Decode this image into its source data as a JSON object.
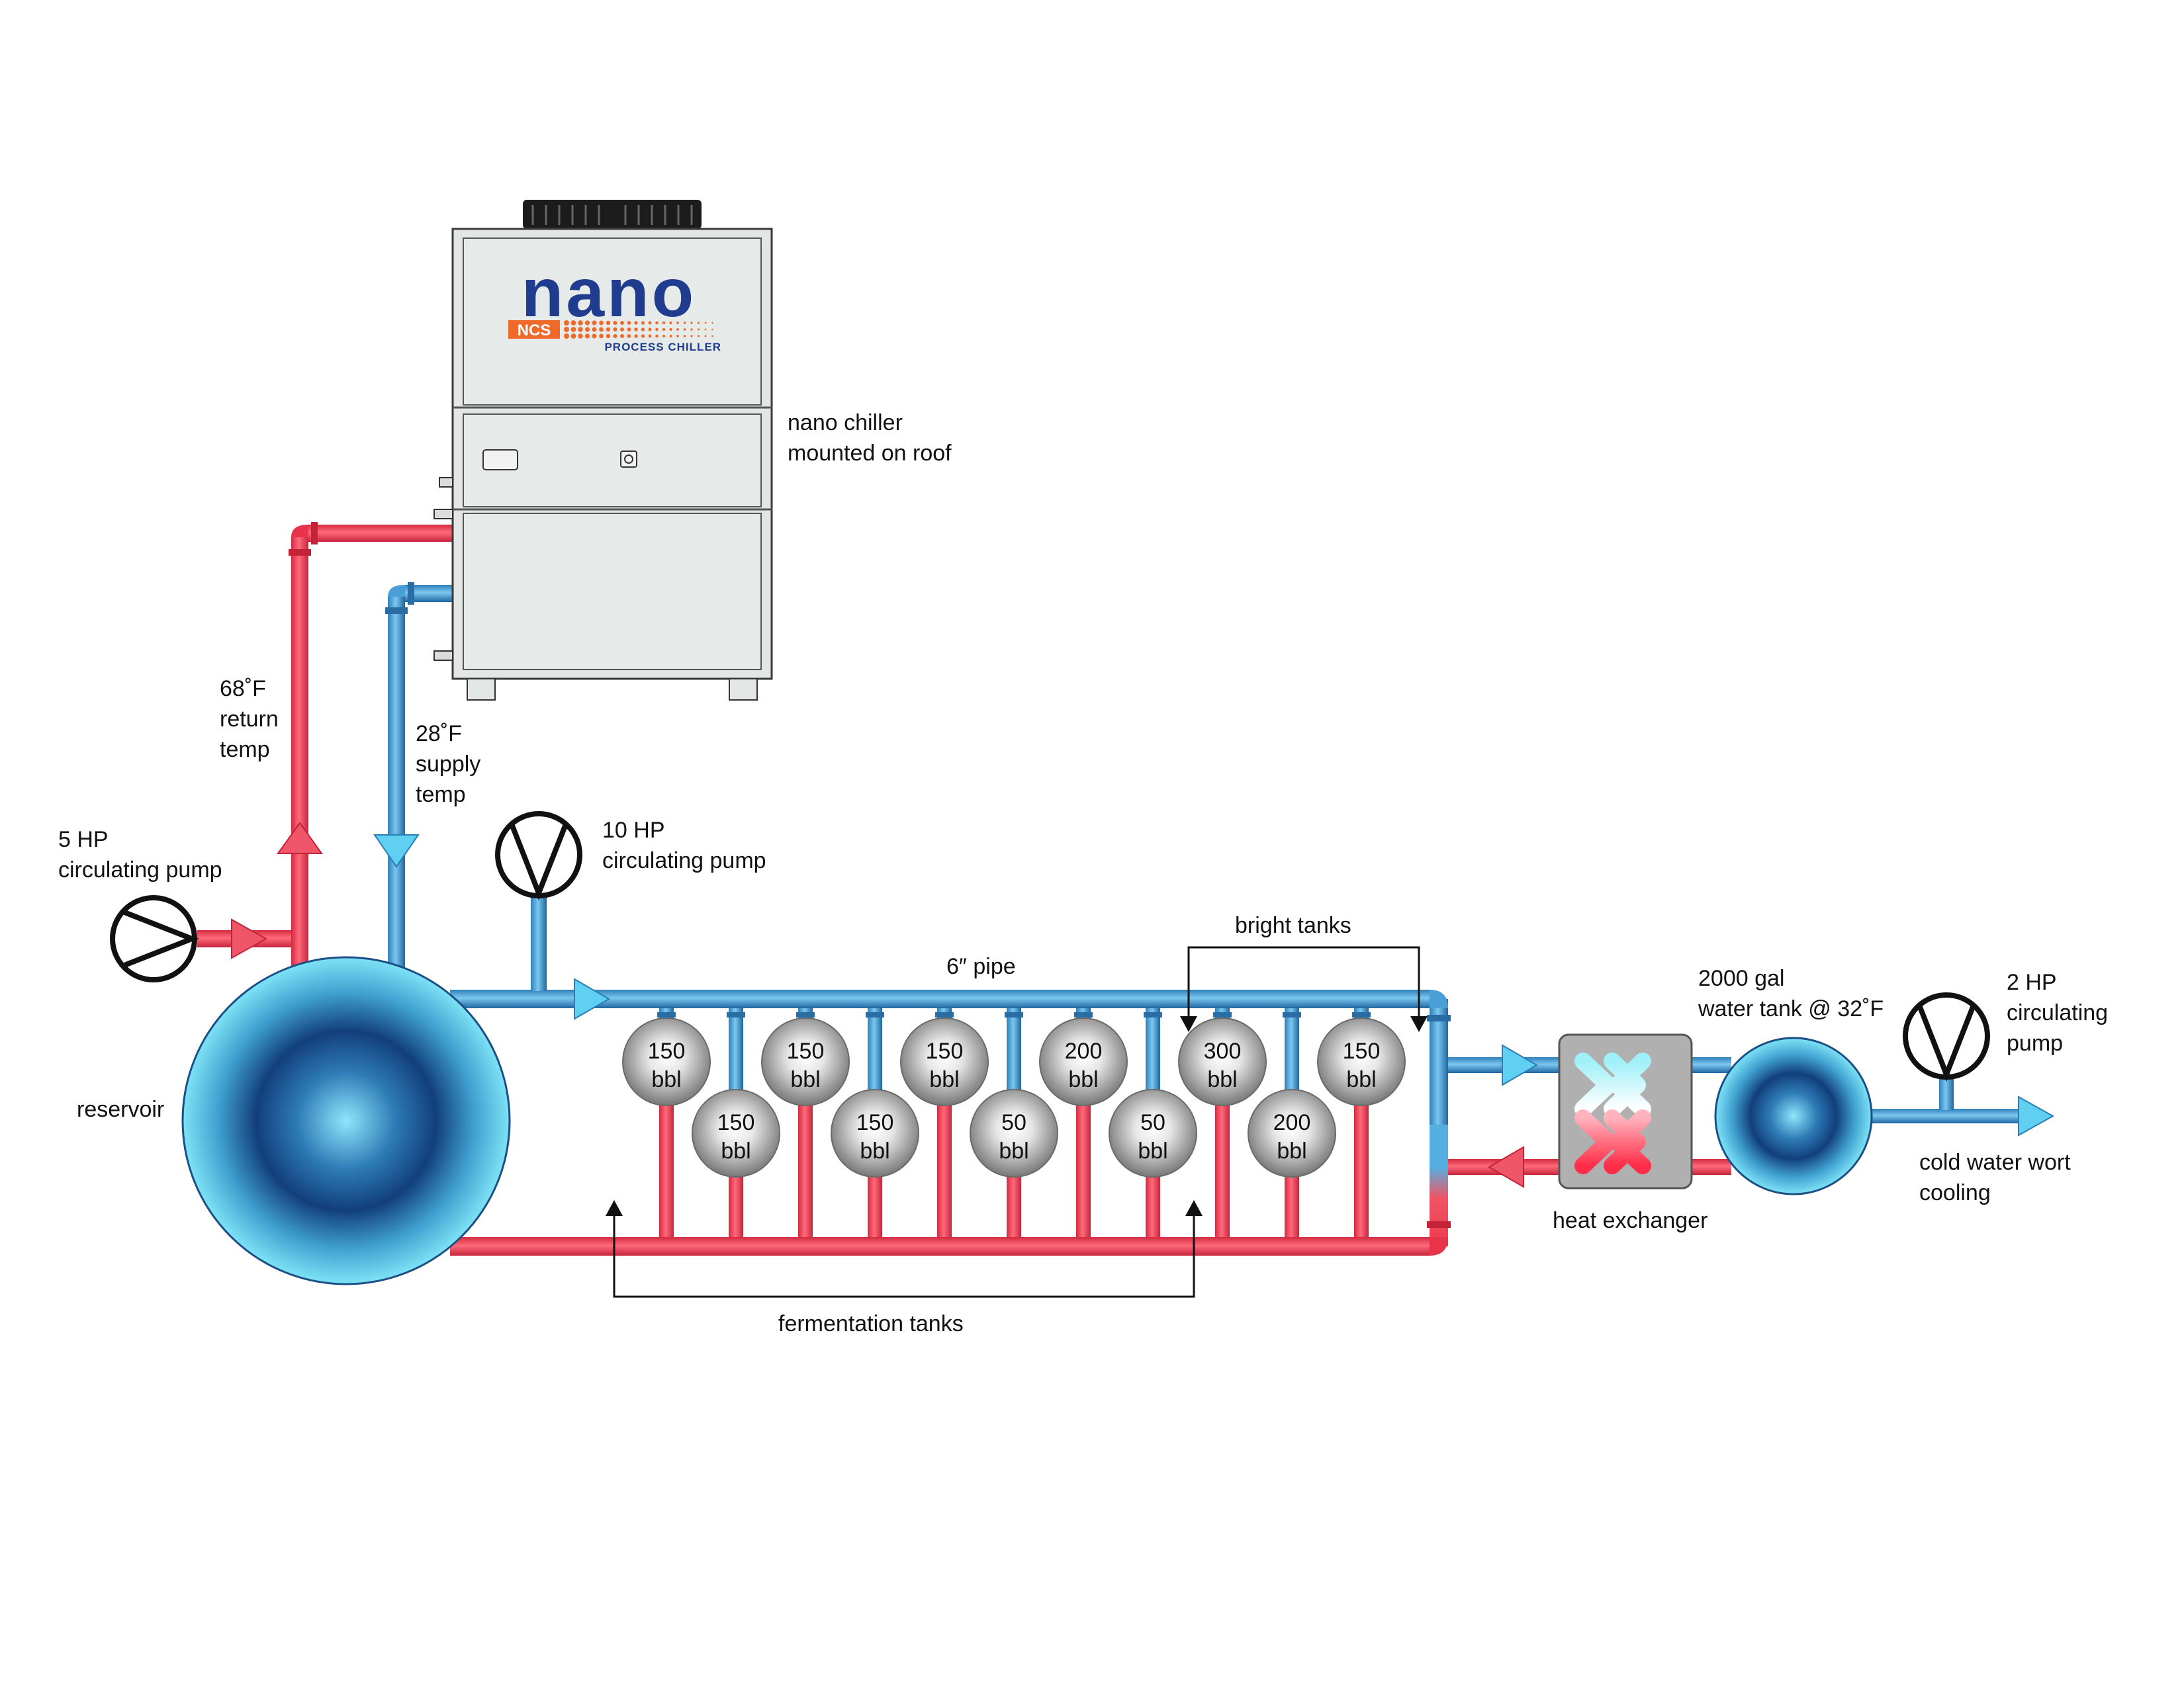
{
  "colors": {
    "supply_pipe": "#3f96cf",
    "return_pipe": "#f03a50",
    "chiller_body": "#e2e7e5",
    "brand_blue": "#1f3c8e",
    "brand_orange": "#ef6a2a",
    "heat_exchanger": "#b0b0b0"
  },
  "chiller": {
    "brand": "nano",
    "badge": "NCS",
    "subtitle": "PROCESS CHILLER",
    "caption_line1": "nano  chiller",
    "caption_line2": "mounted on roof"
  },
  "labels": {
    "return_temp": [
      "68˚F",
      "return",
      "temp"
    ],
    "supply_temp": [
      "28˚F",
      "supply",
      "temp"
    ],
    "pump_5hp": [
      "5 HP",
      "circulating pump"
    ],
    "pump_10hp": [
      "10 HP",
      "circulating pump"
    ],
    "pump_2hp": [
      "2 HP",
      "circulating",
      "pump"
    ],
    "pipe_size": "6″ pipe",
    "bright_tanks": "bright tanks",
    "fermentation_tanks": "fermentation tanks",
    "reservoir": "reservoir",
    "water_tank": [
      "2000 gal",
      "water tank @ 32˚F"
    ],
    "heat_exchanger": "heat exchanger",
    "wort_cooling": [
      "cold water wort",
      "cooling"
    ]
  },
  "tanks": [
    {
      "size": "150",
      "unit": "bbl",
      "row": "upper"
    },
    {
      "size": "150",
      "unit": "bbl",
      "row": "lower"
    },
    {
      "size": "150",
      "unit": "bbl",
      "row": "upper"
    },
    {
      "size": "150",
      "unit": "bbl",
      "row": "lower"
    },
    {
      "size": "150",
      "unit": "bbl",
      "row": "upper"
    },
    {
      "size": "50",
      "unit": "bbl",
      "row": "lower"
    },
    {
      "size": "200",
      "unit": "bbl",
      "row": "upper"
    },
    {
      "size": "50",
      "unit": "bbl",
      "row": "lower"
    },
    {
      "size": "300",
      "unit": "bbl",
      "row": "upper"
    },
    {
      "size": "200",
      "unit": "bbl",
      "row": "lower"
    },
    {
      "size": "150",
      "unit": "bbl",
      "row": "upper"
    }
  ]
}
